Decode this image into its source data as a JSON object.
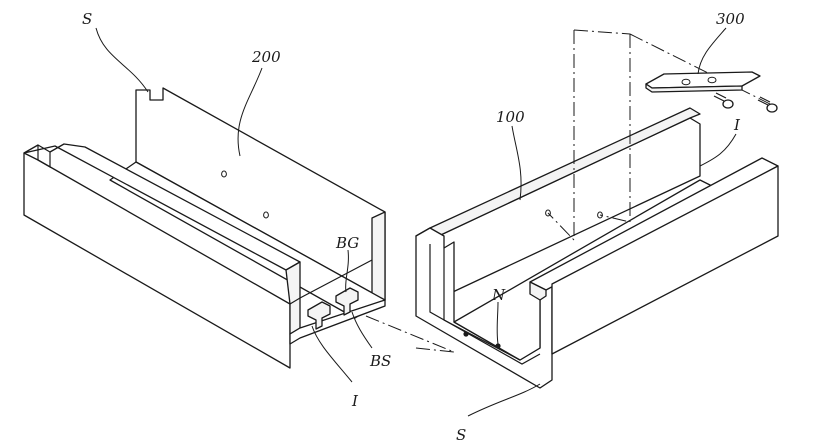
{
  "labels": {
    "s_top": "S",
    "part_200": "200",
    "part_300": "300",
    "part_100": "100",
    "i_right": "I",
    "bg": "BG",
    "n": "N",
    "bs": "BS",
    "i_bottom": "I",
    "s_bottom": "S"
  }
}
